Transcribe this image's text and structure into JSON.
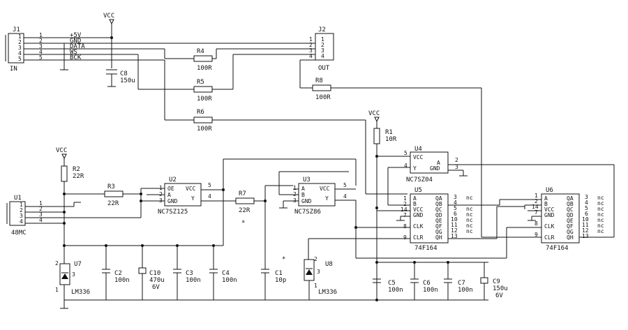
{
  "title": "",
  "supply": {
    "vcc": "VCC"
  },
  "connectors": {
    "j1": {
      "ref": "J1",
      "sub": "IN",
      "pins": [
        "1",
        "2",
        "3",
        "4",
        "5"
      ],
      "signals": [
        "+5V",
        "GND",
        "DATA",
        "WS",
        "BCK"
      ]
    },
    "j2": {
      "ref": "J2",
      "sub": "OUT",
      "pins": [
        "1",
        "2",
        "3",
        "4"
      ]
    },
    "u1": {
      "ref": "U1",
      "sub": "48MC",
      "pins": [
        "1",
        "2",
        "3",
        "4"
      ]
    }
  },
  "resistors": {
    "r1": {
      "ref": "R1",
      "value": "10R"
    },
    "r2": {
      "ref": "R2",
      "value": "22R"
    },
    "r3": {
      "ref": "R3",
      "value": "22R"
    },
    "r4": {
      "ref": "R4",
      "value": "100R"
    },
    "r5": {
      "ref": "R5",
      "value": "100R"
    },
    "r6": {
      "ref": "R6",
      "value": "100R"
    },
    "r7": {
      "ref": "R7",
      "value": "22R"
    },
    "r8": {
      "ref": "R8",
      "value": "100R"
    }
  },
  "capacitors": {
    "c1": {
      "ref": "C1",
      "value": "10p"
    },
    "c2": {
      "ref": "C2",
      "value": "100n"
    },
    "c3": {
      "ref": "C3",
      "value": "100n"
    },
    "c4": {
      "ref": "C4",
      "value": "100n"
    },
    "c5": {
      "ref": "C5",
      "value": "100n"
    },
    "c6": {
      "ref": "C6",
      "value": "100n"
    },
    "c7": {
      "ref": "C7",
      "value": "100n"
    },
    "c8": {
      "ref": "C8",
      "value": "150u"
    },
    "c9": {
      "ref": "C9",
      "value": "150u",
      "rating": "6V"
    },
    "c10": {
      "ref": "C10",
      "value": "470u",
      "rating": "6V"
    }
  },
  "ics": {
    "u2": {
      "ref": "U2",
      "part": "NC7SZ125",
      "pins": [
        "OE",
        "A",
        "GND",
        "VCC",
        "Y"
      ],
      "nums": [
        "1",
        "2",
        "3",
        "5",
        "4"
      ]
    },
    "u3": {
      "ref": "U3",
      "part": "NC7SZ86",
      "pins": [
        "A",
        "B",
        "GND",
        "VCC",
        "Y"
      ],
      "nums": [
        "1",
        "2",
        "3",
        "5",
        "4"
      ]
    },
    "u4": {
      "ref": "U4",
      "part": "NC7SZ04",
      "pins": [
        "VCC",
        "Y",
        "A",
        "GND"
      ],
      "nums": [
        "5",
        "4",
        "2",
        "3"
      ]
    },
    "u5": {
      "ref": "U5",
      "part": "74F164",
      "left_pins": [
        "A",
        "B",
        "VCC",
        "GND",
        "CLK",
        "CLR"
      ],
      "left_nums": [
        "1",
        "2",
        "14",
        "7",
        "8",
        "9"
      ],
      "right_pins": [
        "QA",
        "QB",
        "QC",
        "QD",
        "QE",
        "QF",
        "QG",
        "QH"
      ],
      "right_nums": [
        "3",
        "4",
        "5",
        "6",
        "10",
        "11",
        "12",
        "13"
      ]
    },
    "u6": {
      "ref": "U6",
      "part": "74F164",
      "left_pins": [
        "A",
        "B",
        "VCC",
        "GND",
        "CLK",
        "CLR"
      ],
      "left_nums": [
        "1",
        "2",
        "14",
        "7",
        "8",
        "9"
      ],
      "right_pins": [
        "QA",
        "QB",
        "QC",
        "QD",
        "QE",
        "QF",
        "QG",
        "QH"
      ],
      "right_nums": [
        "3",
        "4",
        "5",
        "6",
        "10",
        "11",
        "12",
        "13"
      ]
    }
  },
  "references": {
    "u7": {
      "ref": "U7",
      "part": "LM336",
      "pins": [
        "2",
        "3",
        "1"
      ]
    },
    "u8": {
      "ref": "U8",
      "part": "LM336",
      "pins": [
        "2",
        "3",
        "1"
      ]
    }
  },
  "nc": "nc",
  "marker": "*"
}
